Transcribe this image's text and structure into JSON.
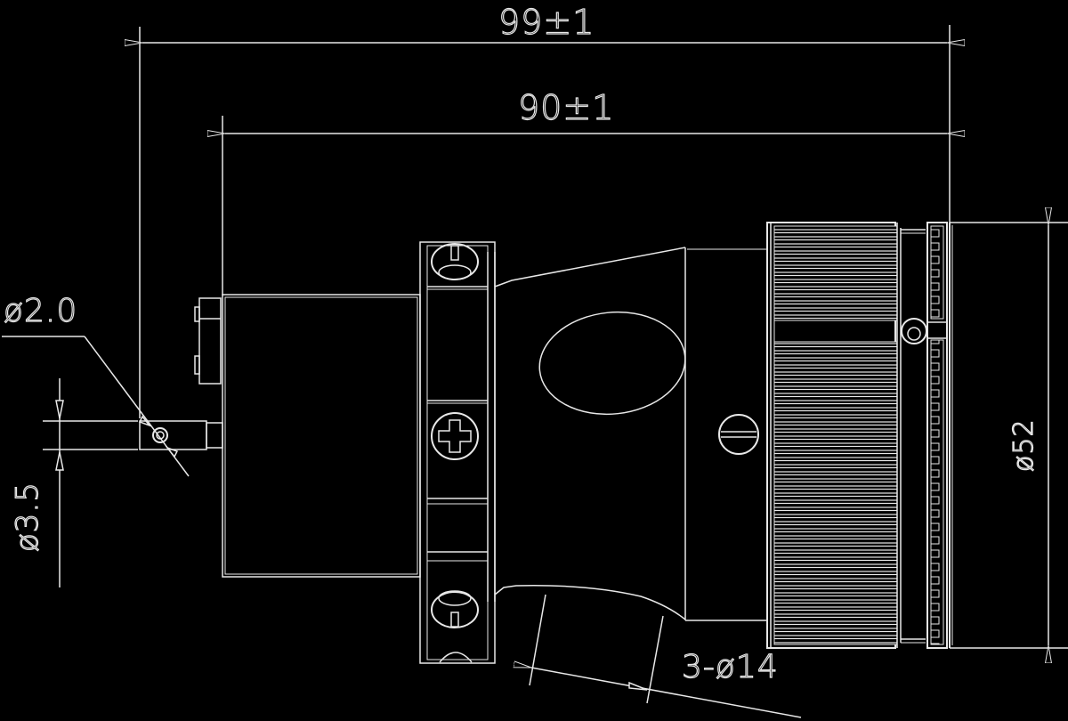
{
  "drawing": {
    "type": "connector technical drawing (side view)",
    "background": "#000000",
    "line_color": "#e8e8e8",
    "dimensions": {
      "overall_length": "99±1",
      "body_length": "90±1",
      "pin_diameter": "ø2.0",
      "pin_width": "ø3.5",
      "outer_diameter": "ø52",
      "cable_holes": "3-ø14"
    },
    "parts": [
      "mounting-pin",
      "rear-body",
      "clamp-bracket",
      "clamp-screw-top",
      "clamp-screw-middle",
      "clamp-screw-bottom",
      "cable-entry-oval",
      "cable-entry-sleeve",
      "locking-screw",
      "knurled-coupling-nut",
      "coupling-set-screw",
      "ribbed-lock-ring",
      "front-face"
    ]
  }
}
